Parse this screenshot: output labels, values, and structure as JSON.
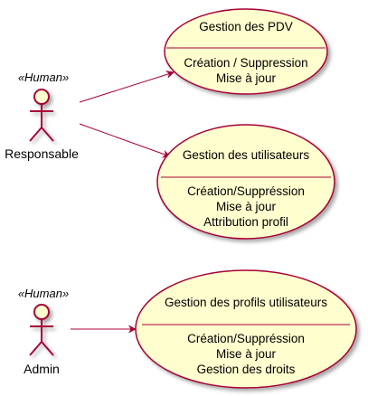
{
  "colors": {
    "actor_stroke": "#A80036",
    "actor_fill": "#FEFECE",
    "usecase_fill": "#FEFECE",
    "usecase_stroke": "#A80036",
    "arrow": "#A80036",
    "text": "#000000"
  },
  "actors": [
    {
      "stereotype": "«Human»",
      "label": "Responsable"
    },
    {
      "stereotype": "«Human»",
      "label": "Admin"
    }
  ],
  "usecases": [
    {
      "title": "Gestion des PDV",
      "lines": [
        "Création / Suppression",
        "Mise à jour"
      ]
    },
    {
      "title": "Gestion des utilisateurs",
      "lines": [
        "Création/Suppréssion",
        "Mise à jour",
        "Attribution profil"
      ]
    },
    {
      "title": "Gestion des profils utilisateurs",
      "lines": [
        "Création/Suppréssion",
        "Mise à jour",
        "Gestion des droits"
      ]
    }
  ],
  "relations": [
    {
      "from": "Responsable",
      "to": "Gestion des PDV"
    },
    {
      "from": "Responsable",
      "to": "Gestion des utilisateurs"
    },
    {
      "from": "Admin",
      "to": "Gestion des profils utilisateurs"
    }
  ]
}
